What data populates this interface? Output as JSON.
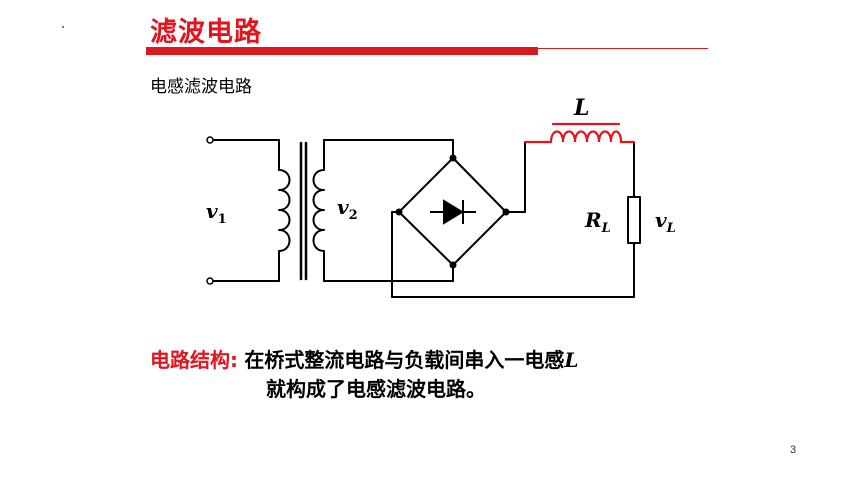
{
  "slide": {
    "title": "滤波电路",
    "subtitle": "电感滤波电路",
    "page_number": "3"
  },
  "circuit": {
    "labels": {
      "v1_main": "v",
      "v1_sub": "1",
      "v2_main": "v",
      "v2_sub": "2",
      "inductor": "L",
      "load_main": "R",
      "load_sub": "L",
      "vout_main": "v",
      "vout_sub": "L"
    },
    "colors": {
      "wire": "#000000",
      "highlight": "#e3141e"
    }
  },
  "description": {
    "label": "电路结构:",
    "line1": "在桥式整流电路与负载间串入一电感",
    "line1_symbol": "L",
    "line2": "就构成了电感滤波电路。"
  }
}
